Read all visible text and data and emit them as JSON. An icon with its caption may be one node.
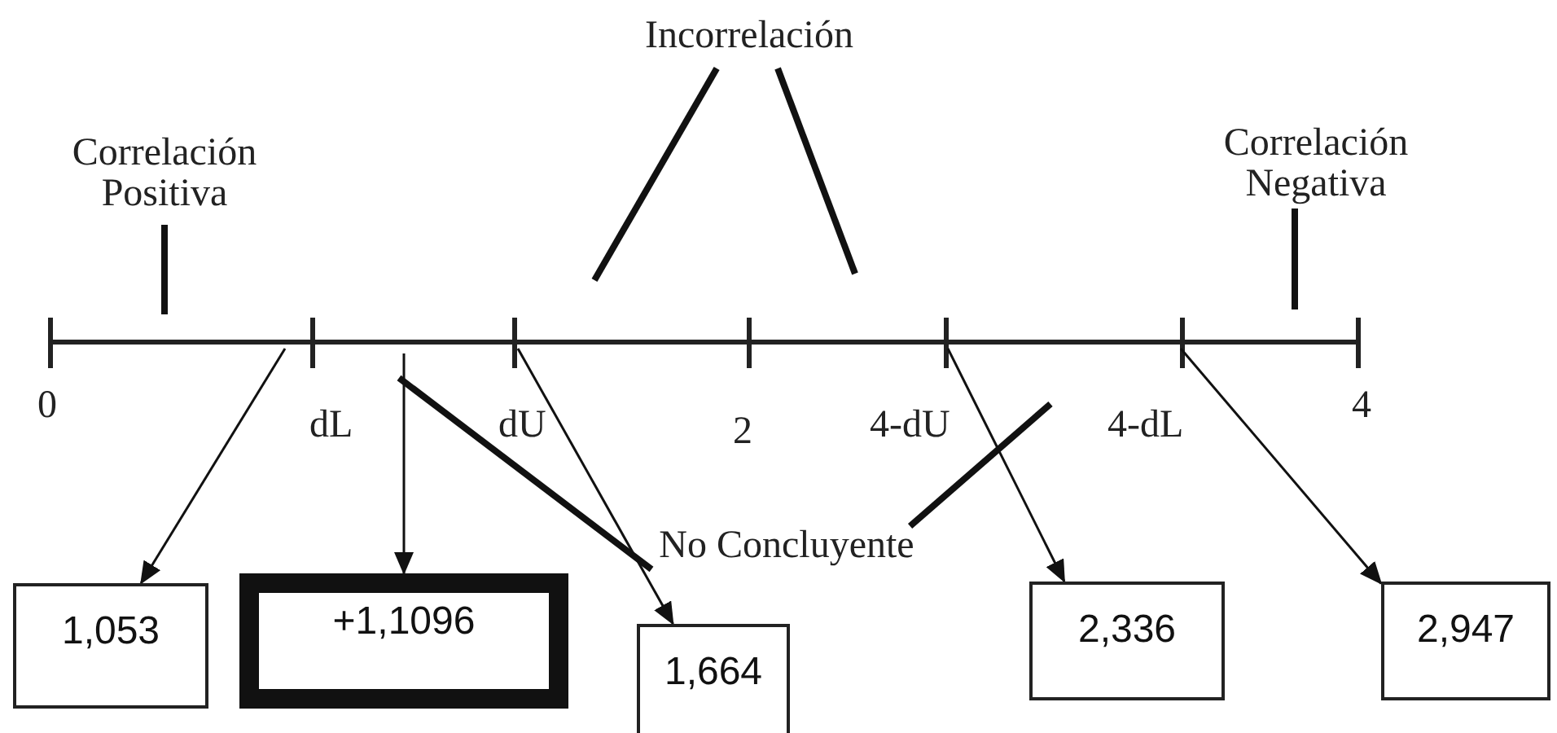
{
  "diagram": {
    "nodes": [
      {
        "text": [
          "Correlación Positiva"
        ]
      },
      {
        "text": [
          "Incorrelación"
        ]
      },
      {
        "text": [
          "Correlación Negativa"
        ]
      },
      {
        "text": [
          "No Concluyente"
        ]
      },
      {
        "text": [
          "1,053"
        ]
      },
      {
        "text": [
          "+1,1096"
        ]
      },
      {
        "text": [
          "1,664"
        ]
      },
      {
        "text": [
          "2,336"
        ]
      },
      {
        "text": [
          "2,947"
        ]
      }
    ],
    "edges": [
      {
        "from": 0,
        "to": null,
        "arrow": "none"
      },
      {
        "from": 1,
        "to": null,
        "arrow": "none"
      },
      {
        "from": 1,
        "to": null,
        "arrow": "none"
      },
      {
        "from": 3,
        "to": null,
        "arrow": "none"
      },
      {
        "from": 3,
        "to": null,
        "arrow": "none"
      },
      {
        "from": 2,
        "to": null,
        "arrow": "none"
      },
      {
        "from": null,
        "to": 4,
        "arrow": "to"
      },
      {
        "from": null,
        "to": 5,
        "arrow": "to"
      },
      {
        "from": null,
        "to": 6,
        "arrow": "to"
      },
      {
        "from": null,
        "to": 7,
        "arrow": "to"
      },
      {
        "from": null,
        "to": 8,
        "arrow": "to"
      }
    ],
    "labels": [
      "0",
      "dL",
      "dU",
      "2",
      "4-dU",
      "4-dL",
      "4"
    ]
  }
}
